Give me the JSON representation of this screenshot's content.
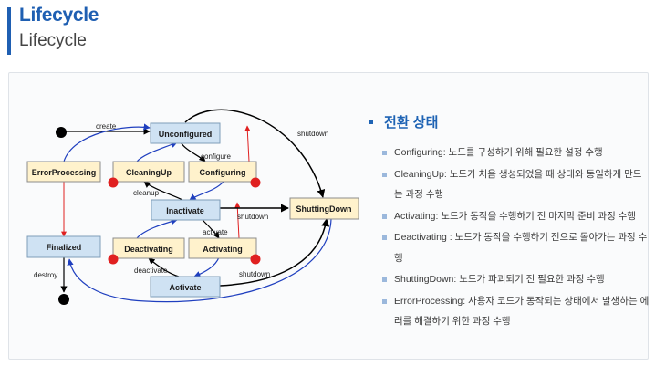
{
  "header": {
    "title": "Lifecycle",
    "subtitle": "Lifecycle"
  },
  "colors": {
    "accent": "#1f5fb2",
    "primary_state": "#cfe2f3",
    "transition_state": "#fff2cc",
    "error_marker": "#e02020",
    "black_arrow": "#000000",
    "blue_arrow": "#1f3fbf",
    "red_arrow": "#e02020"
  },
  "diagram": {
    "states": {
      "unconfigured": "Unconfigured",
      "inactivate": "Inactivate",
      "activate": "Activate",
      "finalized": "Finalized",
      "shutting_down": "ShuttingDown",
      "error_processing": "ErrorProcessing",
      "cleaning_up": "CleaningUp",
      "configuring": "Configuring",
      "deactivating": "Deactivating",
      "activating": "Activating"
    },
    "transitions": {
      "create": "create",
      "configure": "configure",
      "cleanup": "cleanup",
      "activate": "activate",
      "deactivate": "deactivate",
      "destroy": "destroy",
      "shutdown_unconfigured": "shutdown",
      "shutdown_inactive": "shutdown",
      "shutdown_active": "shutdown"
    }
  },
  "notes": {
    "heading": "전환 상태",
    "items": [
      "Configuring: 노드를 구성하기 위해 필요한 설정 수행",
      "CleaningUp: 노드가 처음 생성되었을 때 상태와 동일하게 만드는 과정 수행",
      "Activating: 노드가 동작을 수행하기 전 마지막 준비 과정 수행",
      "Deactivating : 노드가 동작을 수행하기 전으로 돌아가는 과정 수행",
      "ShuttingDown: 노드가 파괴되기 전 필요한 과정 수행",
      "ErrorProcessing: 사용자 코드가 동작되는 상태에서 발생하는 에러를 해결하기 위한 과정 수행"
    ]
  }
}
